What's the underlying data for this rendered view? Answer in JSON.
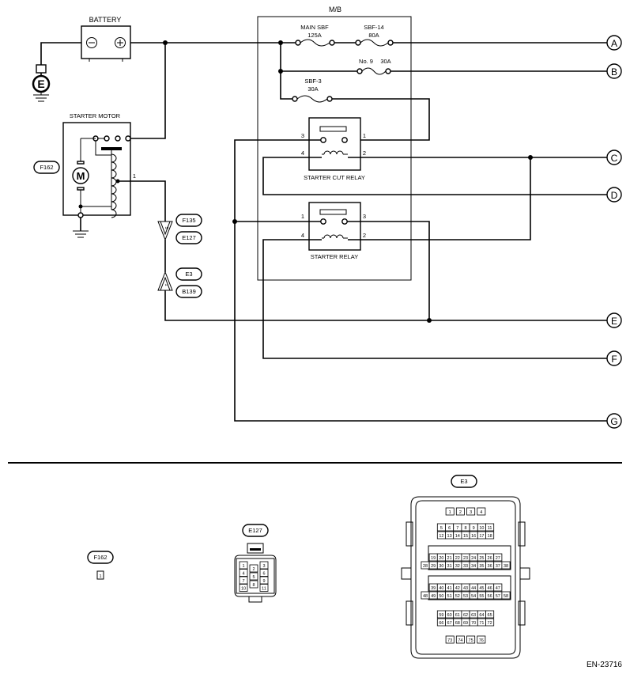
{
  "battery": {
    "label": "BATTERY"
  },
  "mb": {
    "label": "M/B"
  },
  "fuses": {
    "main_sbf": {
      "name": "MAIN SBF",
      "rating": "125A"
    },
    "sbf14": {
      "name": "SBF-14",
      "rating": "80A"
    },
    "no9": {
      "name": "No. 9",
      "rating": "30A"
    },
    "sbf3": {
      "name": "SBF-3",
      "rating": "30A"
    }
  },
  "starter_motor": {
    "label": "STARTER MOTOR",
    "motor_symbol": "M",
    "pin": "1"
  },
  "ground_symbol": "E",
  "relays": {
    "cut": {
      "label": "STARTER CUT RELAY",
      "pins": [
        "3",
        "1",
        "4",
        "2"
      ]
    },
    "starter": {
      "label": "STARTER RELAY",
      "pins": [
        "1",
        "3",
        "4",
        "2"
      ]
    }
  },
  "connectors": {
    "f162": "F162",
    "f135": "F135",
    "e127": "E127",
    "e3": "E3",
    "b139": "B139",
    "pin5": "5",
    "pin1": "1"
  },
  "terminals": [
    "A",
    "B",
    "C",
    "D",
    "E",
    "F",
    "G"
  ],
  "connector_views": {
    "f162": {
      "label": "F162",
      "pins": [
        "1"
      ]
    },
    "e127": {
      "label": "E127",
      "pins": [
        "1",
        "2",
        "3",
        "4",
        "5",
        "6",
        "7",
        "8",
        "9",
        "10",
        "11"
      ]
    },
    "e3": {
      "label": "E3",
      "rows": [
        [
          "1",
          "2",
          "3",
          "4"
        ],
        [
          "5",
          "6",
          "7",
          "8",
          "9",
          "10",
          "11"
        ],
        [
          "12",
          "13",
          "14",
          "15",
          "16",
          "17",
          "18"
        ],
        [
          "19",
          "20",
          "21",
          "22",
          "23",
          "24",
          "25",
          "26",
          "27"
        ],
        [
          "28",
          "29",
          "30",
          "31",
          "32",
          "33",
          "34",
          "35",
          "36",
          "37",
          "38"
        ],
        [
          "39",
          "40",
          "41",
          "42",
          "43",
          "44",
          "45",
          "46",
          "47"
        ],
        [
          "48",
          "49",
          "50",
          "51",
          "52",
          "53",
          "54",
          "55",
          "56",
          "57",
          "58"
        ],
        [
          "59",
          "60",
          "61",
          "62",
          "63",
          "64",
          "65"
        ],
        [
          "66",
          "67",
          "68",
          "69",
          "70",
          "71",
          "72"
        ],
        [
          "73",
          "74",
          "75",
          "76"
        ]
      ]
    }
  },
  "figure_id": "EN-23716"
}
